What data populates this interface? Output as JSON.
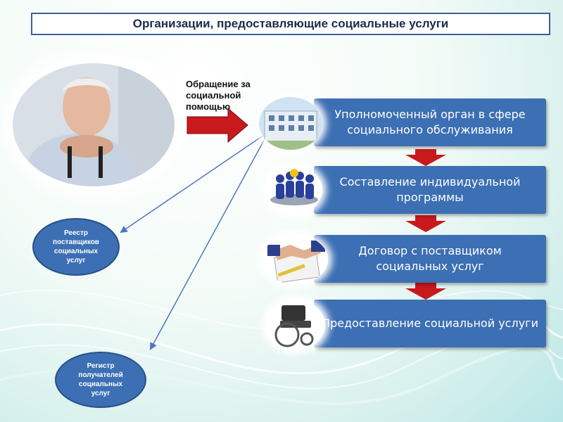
{
  "title": "Организации, предоставляющие социальные услуги",
  "request_label": "Обращение за социальной помощью",
  "steps": [
    {
      "text": "Уполномоченный  орган в сфере социального обслуживания",
      "icon": "building-icon"
    },
    {
      "text": "Составление индивидуальной программы",
      "icon": "team-figures-icon"
    },
    {
      "text": "Договор с поставщиком социальных услуг",
      "icon": "handshake-contract-icon"
    },
    {
      "text": "Предоставление социальной услуги",
      "icon": "wheelchair-icon"
    }
  ],
  "registers": [
    {
      "text": "Реестр поставщиков социальных услуг"
    },
    {
      "text": "Регистр получателей социальных услуг"
    }
  ],
  "colors": {
    "box": "#3c6fb3",
    "arrow": "#c8191d",
    "line": "#4f77bf",
    "title_border": "#3d5f9c"
  }
}
